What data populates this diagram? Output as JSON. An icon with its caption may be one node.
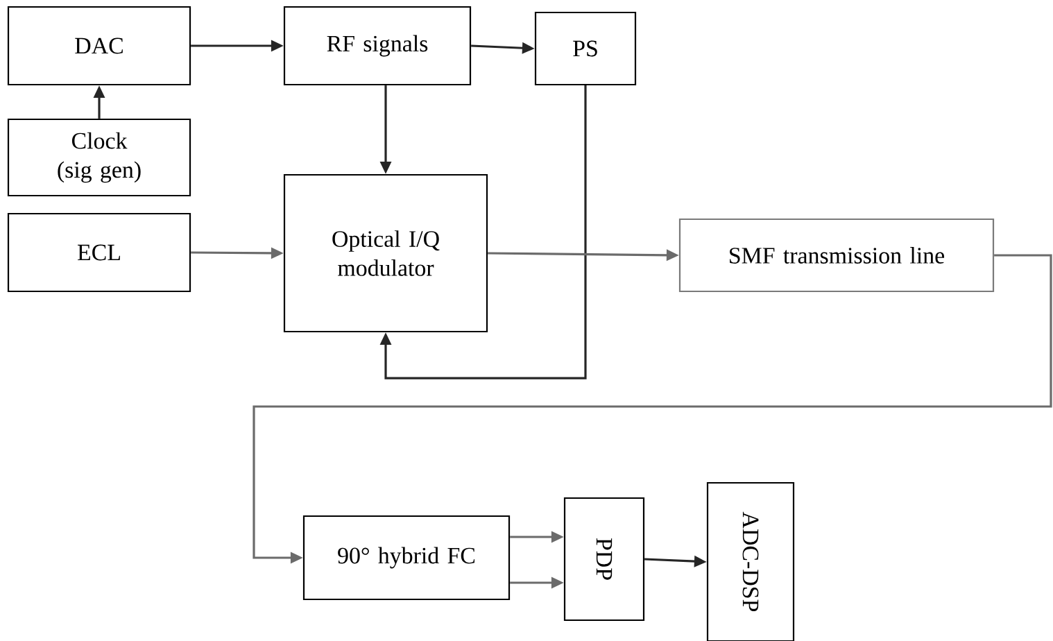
{
  "diagram": {
    "nodes": [
      {
        "text": [
          "DAC"
        ]
      },
      {
        "text": [
          "Clock (sig gen)"
        ]
      },
      {
        "text": [
          "ECL"
        ]
      },
      {
        "text": [
          "RF signals"
        ]
      },
      {
        "text": [
          "PS"
        ]
      },
      {
        "text": [
          "Optical I/Q modulator"
        ]
      },
      {
        "text": [
          "SMF transmission line"
        ]
      },
      {
        "text": [
          "90° hybrid FC"
        ]
      },
      {
        "text": [
          "PDP"
        ]
      },
      {
        "text": [
          "ADC-DSP"
        ]
      }
    ],
    "edges": [
      {
        "from": 1,
        "to": 0,
        "arrow": "to"
      },
      {
        "from": 0,
        "to": 3,
        "arrow": "to"
      },
      {
        "from": 3,
        "to": 4,
        "arrow": "to"
      },
      {
        "from": 3,
        "to": 5,
        "arrow": "to"
      },
      {
        "from": 2,
        "to": 5,
        "arrow": "to",
        "color": "#6b6b6b"
      },
      {
        "from": 4,
        "to": 5,
        "arrow": "to"
      },
      {
        "from": 5,
        "to": 6,
        "arrow": "to",
        "color": "#6b6b6b"
      },
      {
        "from": 6,
        "to": 7,
        "arrow": "to",
        "color": "#6b6b6b"
      },
      {
        "from": 7,
        "to": 8,
        "arrow": "to",
        "color": "#6b6b6b"
      },
      {
        "from": 7,
        "to": 8,
        "arrow": "to",
        "color": "#6b6b6b"
      },
      {
        "from": 8,
        "to": 9,
        "arrow": "to"
      }
    ]
  }
}
